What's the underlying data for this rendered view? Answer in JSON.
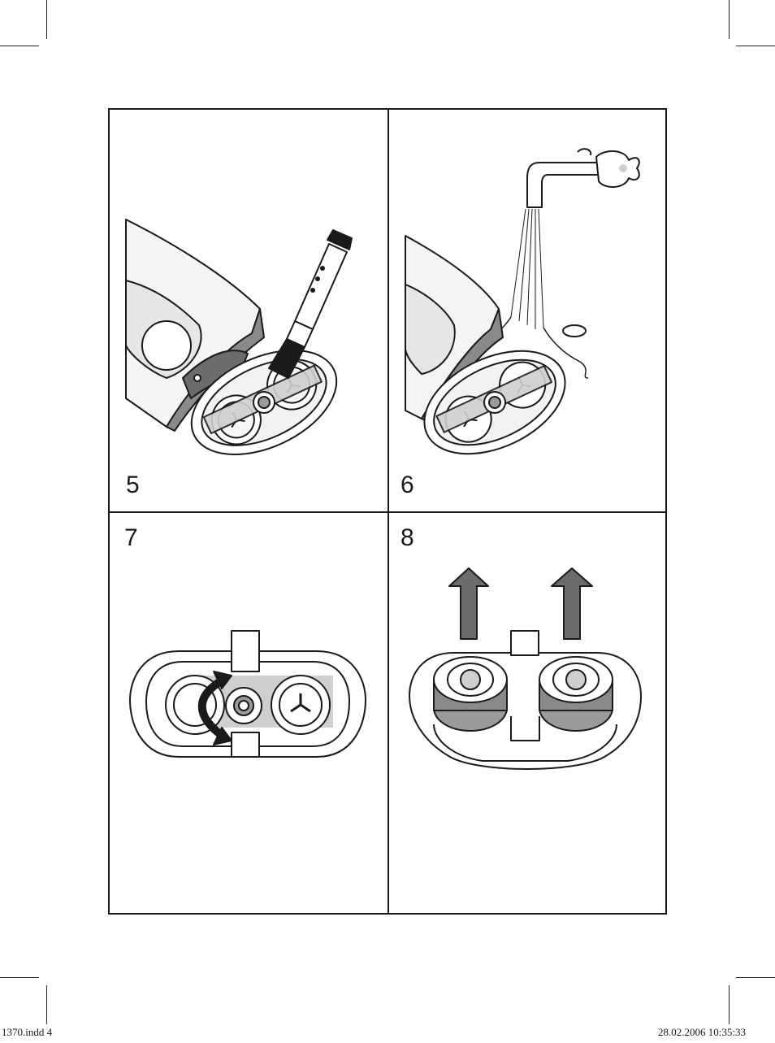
{
  "steps": [
    {
      "number": "5"
    },
    {
      "number": "6"
    },
    {
      "number": "7"
    },
    {
      "number": "8"
    }
  ],
  "footer": {
    "file": "1370.indd   4",
    "timestamp": "28.02.2006   10:35:33"
  },
  "colors": {
    "line": "#1a1a1a",
    "grey_fill": "#cfcfcf",
    "dark_grey": "#6b6b6b",
    "mid_grey": "#9a9a9a"
  }
}
